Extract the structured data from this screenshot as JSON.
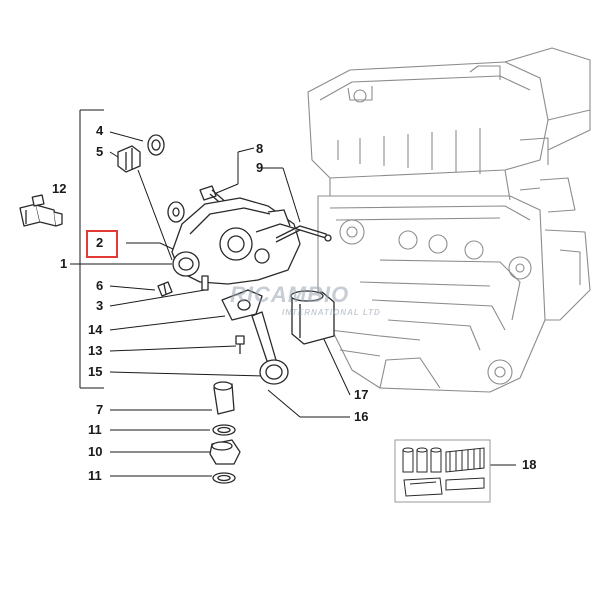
{
  "diagram": {
    "callouts": [
      {
        "id": "c4",
        "text": "4"
      },
      {
        "id": "c5",
        "text": "5"
      },
      {
        "id": "c12",
        "text": "12"
      },
      {
        "id": "c2",
        "text": "2"
      },
      {
        "id": "c1",
        "text": "1"
      },
      {
        "id": "c6",
        "text": "6"
      },
      {
        "id": "c3",
        "text": "3"
      },
      {
        "id": "c14",
        "text": "14"
      },
      {
        "id": "c13",
        "text": "13"
      },
      {
        "id": "c15",
        "text": "15"
      },
      {
        "id": "c7",
        "text": "7"
      },
      {
        "id": "c11a",
        "text": "11"
      },
      {
        "id": "c10",
        "text": "10"
      },
      {
        "id": "c11b",
        "text": "11"
      },
      {
        "id": "c8",
        "text": "8"
      },
      {
        "id": "c9",
        "text": "9"
      },
      {
        "id": "c17",
        "text": "17"
      },
      {
        "id": "c16",
        "text": "16"
      },
      {
        "id": "c18",
        "text": "18"
      }
    ],
    "highlighted_callout": "2",
    "highlight_color": "#e53935",
    "line_color": "#1a1a1a",
    "drawing_color": "#2a2a2a",
    "engine_color": "#8c8c8c",
    "watermark": {
      "brand": "RICAMBIO",
      "subtitle": "INTERNATIONAL LTD"
    }
  }
}
